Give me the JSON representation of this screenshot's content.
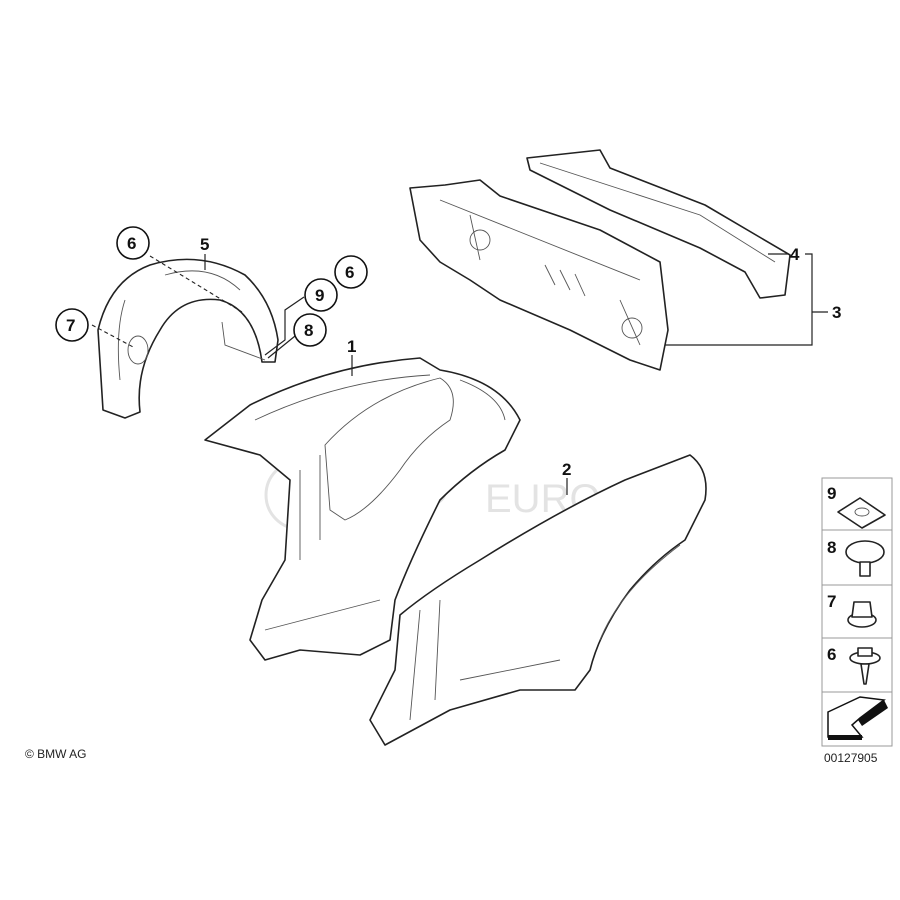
{
  "diagram": {
    "callouts": {
      "p1": "1",
      "p2": "2",
      "p3": "3",
      "p4": "4",
      "p5": "5",
      "p6a": "6",
      "p6b": "6",
      "p7": "7",
      "p8": "8",
      "p9": "9"
    },
    "legend": [
      {
        "number": "9",
        "part": "clip-nut"
      },
      {
        "number": "8",
        "part": "expanding-rivet"
      },
      {
        "number": "7",
        "part": "hex-nut-collar"
      },
      {
        "number": "6",
        "part": "hex-screw-washer"
      }
    ],
    "diagram_id": "00127905",
    "copyright": "© BMW AG",
    "watermark": "FCP EURO"
  }
}
